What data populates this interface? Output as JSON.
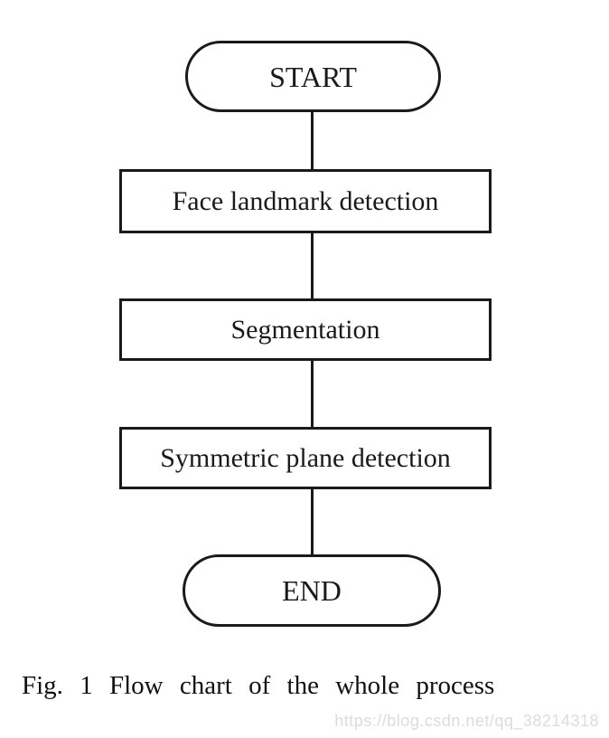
{
  "figure": {
    "type": "flowchart",
    "nodes": [
      {
        "id": "start",
        "shape": "terminator",
        "label": "START"
      },
      {
        "id": "face-landmark-detection",
        "shape": "process",
        "label": "Face landmark detection"
      },
      {
        "id": "segmentation",
        "shape": "process",
        "label": "Segmentation"
      },
      {
        "id": "symmetric-plane-detection",
        "shape": "process",
        "label": "Symmetric plane detection"
      },
      {
        "id": "end",
        "shape": "terminator",
        "label": "END"
      }
    ],
    "edges": [
      {
        "from": "start",
        "to": "face-landmark-detection"
      },
      {
        "from": "face-landmark-detection",
        "to": "segmentation"
      },
      {
        "from": "segmentation",
        "to": "symmetric-plane-detection"
      },
      {
        "from": "symmetric-plane-detection",
        "to": "end"
      }
    ],
    "caption": "Fig. 1 Flow chart of the whole process",
    "watermark": "https://blog.csdn.net/qq_38214318",
    "colors": {
      "line": "#1a1a1a",
      "background": "#ffffff",
      "watermark_text": "#dcdcdc"
    }
  }
}
